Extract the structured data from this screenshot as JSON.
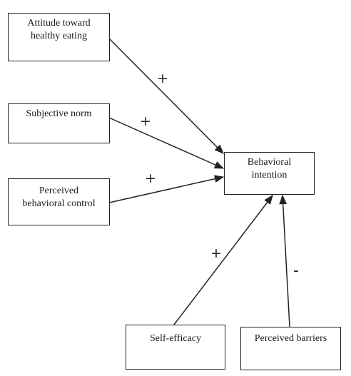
{
  "nodes": {
    "attitude": "Attitude toward\nhealthy eating",
    "subjective_norm": "Subjective norm",
    "perceived_control": "Perceived\nbehavioral control",
    "intention": "Behavioral\nintention",
    "self_efficacy": "Self-efficacy",
    "barriers": "Perceived barriers"
  },
  "paths": [
    {
      "from": "attitude",
      "to": "intention",
      "sign": "+"
    },
    {
      "from": "subjective_norm",
      "to": "intention",
      "sign": "+"
    },
    {
      "from": "perceived_control",
      "to": "intention",
      "sign": "+"
    },
    {
      "from": "self_efficacy",
      "to": "intention",
      "sign": "+"
    },
    {
      "from": "barriers",
      "to": "intention",
      "sign": "-"
    }
  ]
}
